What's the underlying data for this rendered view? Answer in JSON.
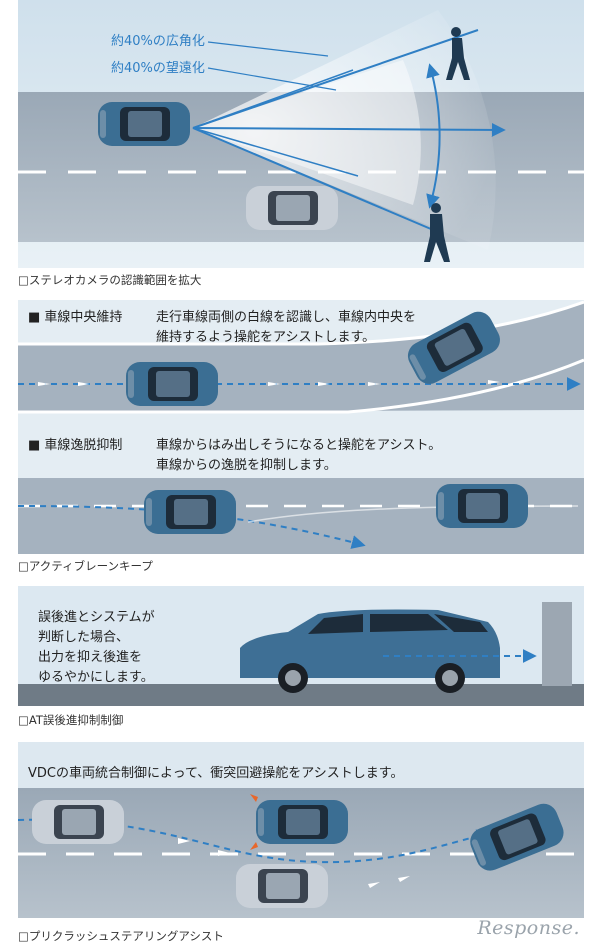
{
  "section1": {
    "label_wide": "約40%の広角化",
    "label_tele": "約40%の望遠化",
    "caption": "□ステレオカメラの認識範囲を拡大"
  },
  "section2": {
    "heading1": "■ 車線中央維持",
    "desc1_line1": "走行車線両側の白線を認識し、車線内中央を",
    "desc1_line2": "維持するよう操舵をアシストします。",
    "heading2": "■ 車線逸脱抑制",
    "desc2_line1": "車線からはみ出しそうになると操舵をアシスト。",
    "desc2_line2": "車線からの逸脱を抑制します。",
    "caption": "□アクティブレーンキープ"
  },
  "section3": {
    "text_lines": [
      "誤後進とシステムが",
      "判断した場合、",
      "出力を抑え後進を",
      "ゆるやかにします。"
    ],
    "caption": "□AT誤後進抑制制御"
  },
  "section4": {
    "text": "VDCの車両統合制御によって、衝突回避操舵をアシストします。",
    "caption": "□プリクラッシュステアリングアシスト"
  },
  "watermark": "Response."
}
